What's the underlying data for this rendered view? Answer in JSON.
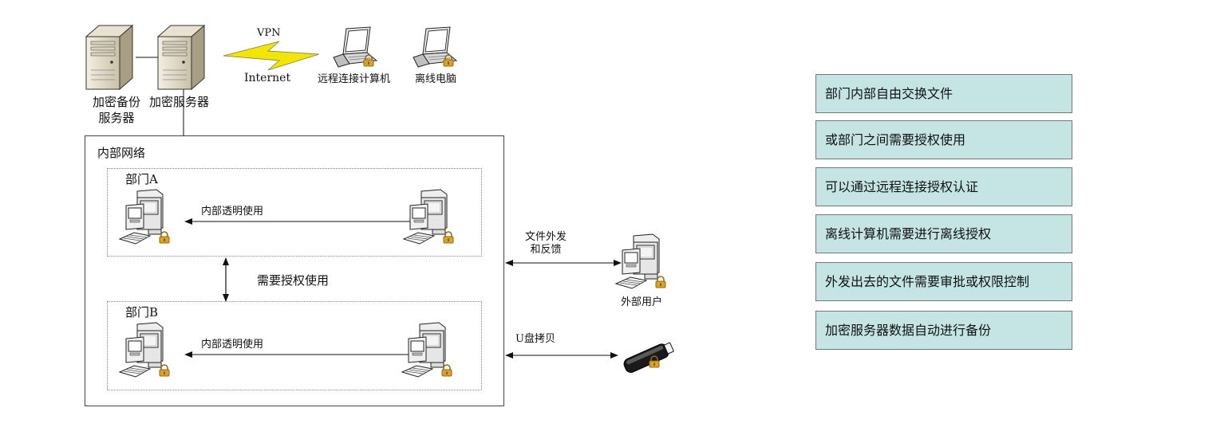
{
  "diagram": {
    "backup_server_label": [
      "加密备份",
      "服务器"
    ],
    "encryption_server_label": "加密服务器",
    "vpn_label": "VPN",
    "internet_label": "Internet",
    "remote_computer_label": "远程连接计算机",
    "offline_pc_label": "离线电脑",
    "internal_network_label": "内部网络",
    "dept_a_label": "部门A",
    "dept_b_label": "部门B",
    "dept_a_flow_label": "内部透明使用",
    "dept_b_flow_label": "内部透明使用",
    "auth_label": "需要授权使用",
    "file_out_label": [
      "文件外发",
      "和反馈"
    ],
    "external_user_label": "外部用户",
    "usb_copy_label": "U盘拷贝"
  },
  "features": [
    "部门内部自由交换文件",
    "或部门之间需要授权使用",
    "可以通过远程连接授权认证",
    "离线计算机需要进行离线授权",
    "外发出去的文件需要审批或权限控制",
    "加密服务器数据自动进行备份"
  ],
  "colors": {
    "feature_box_fill": "#c5e5e5",
    "lightning_fill": "#f2e600",
    "lock_color": "#e0a020"
  }
}
